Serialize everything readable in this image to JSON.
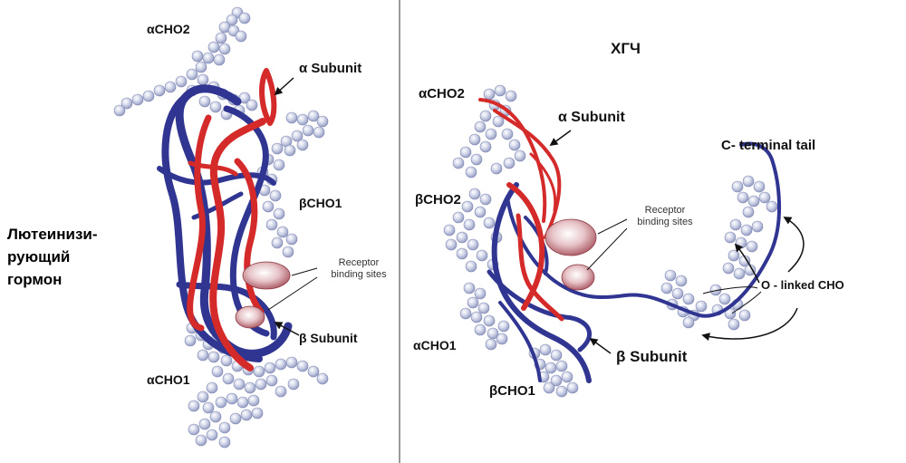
{
  "left": {
    "alpha_cho2": "αCHO2",
    "alpha_subunit": "α Subunit",
    "beta_cho1": "βCHO1",
    "receptor_line1": "Receptor",
    "receptor_line2": "binding sites",
    "beta_subunit": "β Subunit",
    "alpha_cho1": "αCHO1",
    "hormone_line1": "Лютеинизи-",
    "hormone_line2": "рующий",
    "hormone_line3": "гормон"
  },
  "right": {
    "title": "ХГЧ",
    "alpha_cho2": "αCHO2",
    "alpha_subunit": "α Subunit",
    "beta_cho2": "βCHO2",
    "receptor_line1": "Receptor",
    "receptor_line2": "binding sites",
    "c_terminal": "C- terminal tail",
    "o_linked": "O - linked CHO",
    "alpha_cho1": "αCHO1",
    "beta_subunit": "β Subunit",
    "beta_cho1": "βCHO1"
  },
  "colors": {
    "alpha_chain": "#d42a2a",
    "beta_chain": "#2f3590",
    "carbohydrate": "#b8bfdc",
    "receptor_site": "#c7868c",
    "divider": "#9a9a9a"
  }
}
